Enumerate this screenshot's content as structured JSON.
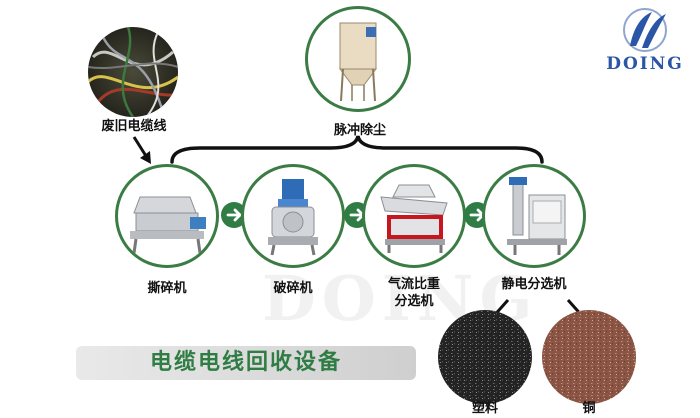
{
  "logo": {
    "text": "DOING"
  },
  "watermark": {
    "text": "DOING"
  },
  "inputs": {
    "waste_cable": "废旧电缆线",
    "dust_removal": "脉冲除尘"
  },
  "steps": [
    {
      "label_line1": "撕碎机",
      "label_line2": ""
    },
    {
      "label_line1": "破碎机",
      "label_line2": ""
    },
    {
      "label_line1": "气流比重",
      "label_line2": "分选机"
    },
    {
      "label_line1": "静电分选机",
      "label_line2": ""
    }
  ],
  "outputs": {
    "plastic": "塑料",
    "copper": "铜"
  },
  "title": "电缆电线回收设备",
  "colors": {
    "accent_green": "#2f7d45",
    "logo_blue": "#2b56a6",
    "circle_border": "#3b7c45"
  }
}
